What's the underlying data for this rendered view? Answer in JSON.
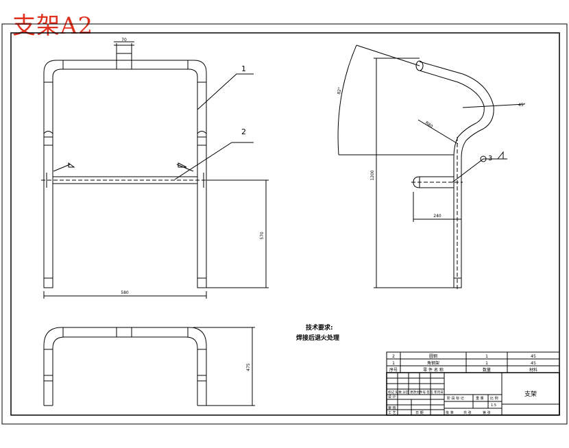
{
  "sheet_title": "支架A2",
  "colors": {
    "title": "#e0301e",
    "line": "#000000",
    "paper": "#ffffff"
  },
  "front_view": {
    "dim_top": "70",
    "dim_width": "580",
    "dim_height": "570",
    "balloon_1": "1",
    "balloon_2": "2"
  },
  "side_view": {
    "dim_angle": "82°",
    "dim_radius": "R80",
    "dim_height": "1200",
    "dim_bottom": "240",
    "label_right": "45°",
    "balloon_3": "3"
  },
  "top_view": {
    "dim_depth": "475"
  },
  "notes": {
    "heading": "技术要求:",
    "line1": "焊接后退火处理"
  },
  "parts_list": {
    "rows": [
      {
        "no": "2",
        "name": "圆钢",
        "qty": "1",
        "material": "45"
      },
      {
        "no": "1",
        "name": "角钢架",
        "qty": "1",
        "material": "45"
      }
    ],
    "header": {
      "no": "序号",
      "name": "零 件 名 称",
      "qty": "数量",
      "material": "材料"
    }
  },
  "title_block": {
    "drawing_name": "支架",
    "scale": "1:5",
    "row_design": "设 计",
    "row_check": "审 核",
    "row_process": "工 艺",
    "row_approve": "批 准",
    "row_date": "日 期",
    "col_stage": "阶 段 标 记",
    "col_weight": "重 量",
    "col_ratio": "比 例",
    "sheets": "共 张",
    "sheet_no": "第 张",
    "mark_label": "标记 处数 分区 更改文件号 签名 年月日"
  }
}
